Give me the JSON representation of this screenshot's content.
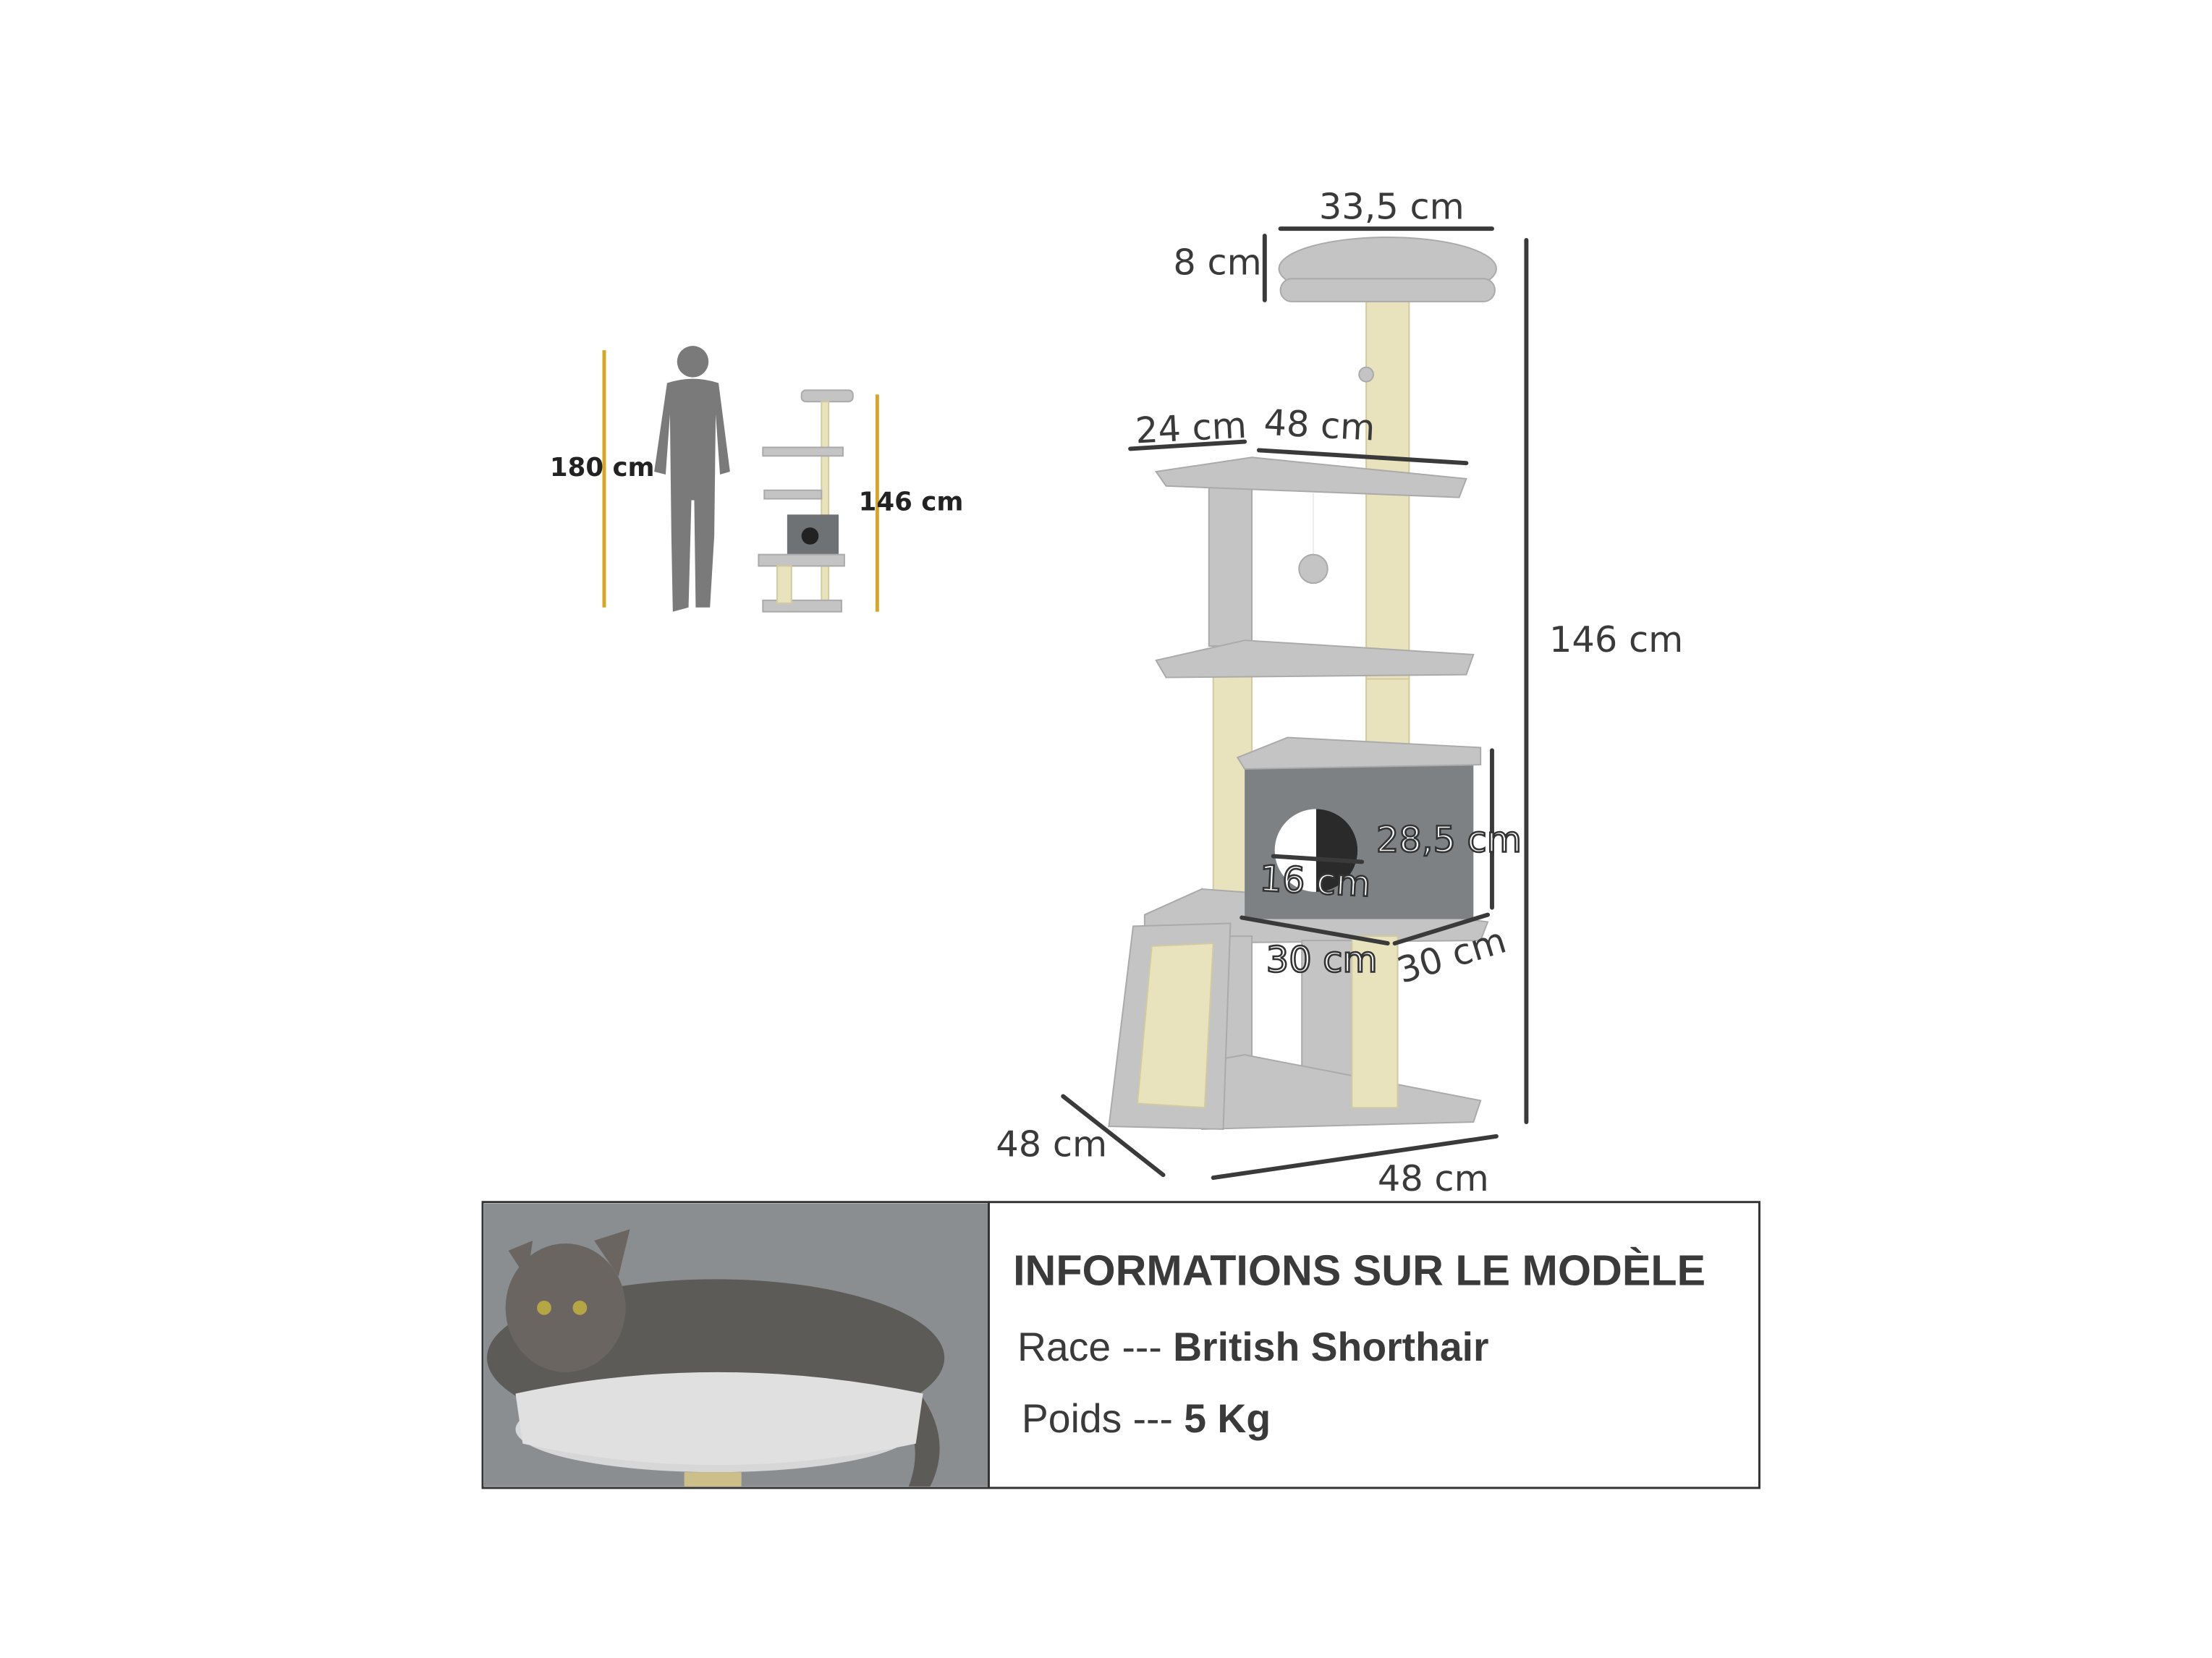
{
  "comparison": {
    "person_height": "180 cm",
    "tree_height": "146 cm"
  },
  "dimensions": {
    "top_width": "33,5 cm",
    "top_height": "8 cm",
    "total_height": "146 cm",
    "shelf_depth": "24 cm",
    "shelf_width": "48 cm",
    "box_height": "28,5 cm",
    "hole_diameter": "16 cm",
    "box_width": "30 cm",
    "box_depth": "30 cm",
    "base_depth": "48 cm",
    "base_width": "48 cm"
  },
  "model_info": {
    "title": "INFORMATIONS SUR LE MODÈLE",
    "race_label": "Race --- ",
    "race_value": "British Shorthair",
    "weight_label": "Poids --- ",
    "weight_value": "5 Kg"
  },
  "colors": {
    "guide_line": "#d4a72c",
    "plush": "#c4c4c4",
    "sisal": "#e8e2bd",
    "box": "#7e8184"
  }
}
